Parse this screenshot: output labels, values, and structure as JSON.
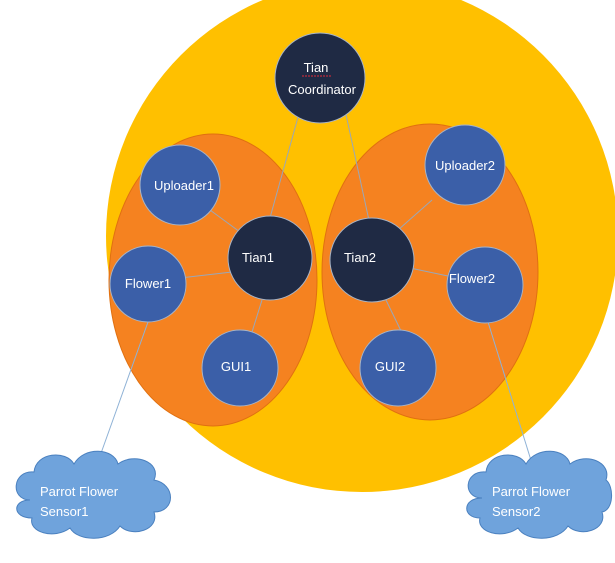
{
  "colors": {
    "outer_circle": "#ffc000",
    "cluster": "#f58220",
    "hub_node": "#1f2a44",
    "leaf_node": "#3b5fa8",
    "cloud": "#6fa3dc",
    "edge": "#8fb2d6"
  },
  "nodes": {
    "coordinator": {
      "line1": "Tian",
      "line2": "Coordinator"
    },
    "tian1": "Tian1",
    "tian2": "Tian2",
    "uploader1": "Uploader1",
    "uploader2": "Uploader2",
    "flower1": "Flower1",
    "flower2": "Flower2",
    "gui1": "GUI1",
    "gui2": "GUI2"
  },
  "clouds": {
    "sensor1": {
      "line1": "Parrot Flower",
      "line2": "Sensor1"
    },
    "sensor2": {
      "line1": "Parrot Flower",
      "line2": "Sensor2"
    }
  }
}
